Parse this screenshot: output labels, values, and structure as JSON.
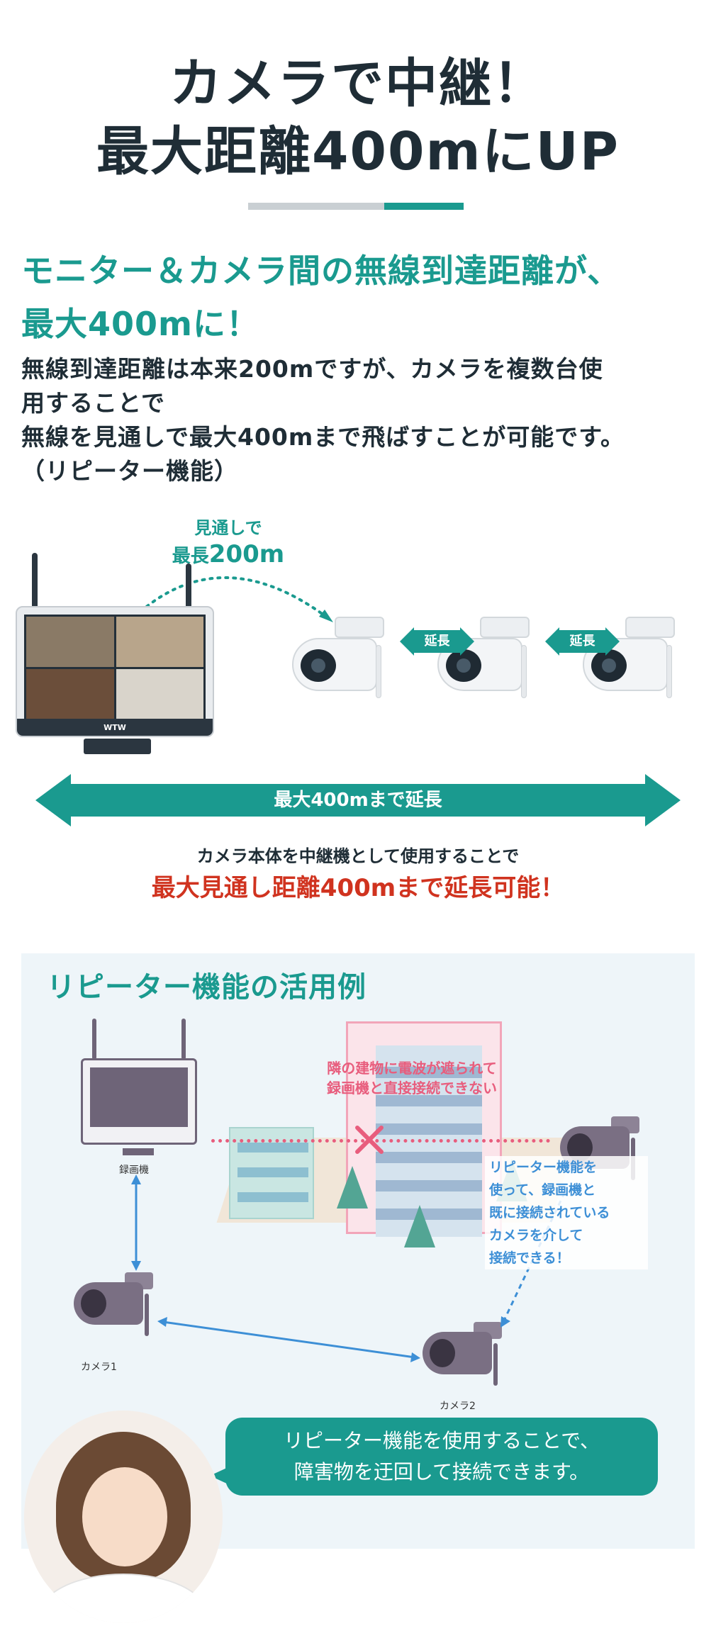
{
  "hero": {
    "line1": "カメラで中継！",
    "line2": "最大距離400mにUP"
  },
  "lead": {
    "headline_line1": "モニター＆カメラ間の無線到達距離が、",
    "headline_line2": "最大400mに！",
    "body_line1": "無線到達距離は本来200mですが、カメラを複数台使",
    "body_line2": "用することで",
    "body_line3": "無線を見通しで最大400mまで飛ばすことが可能です。",
    "body_line4": "（リピーター機能）"
  },
  "system": {
    "range_l1": "見通しで",
    "range_l2a": "最長",
    "range_l2b": "200m",
    "monitor_brand": "WTW",
    "extend_tag": "延長",
    "big_arrow": "最大400mまで延長",
    "caption1": "カメラ本体を中継機として使用することで",
    "caption2": "最大見通し距離400mまで延長可能！"
  },
  "usage": {
    "title": "リピーター機能の活用例",
    "recorder_label": "録画機",
    "cam1_label": "カメラ1",
    "cam2_label": "カメラ2",
    "blocked_l1": "隣の建物に電波が遮られて",
    "blocked_l2": "録画機と直接接続できない",
    "note_l1": "リピーター機能を",
    "note_l2": "使って、録画機と",
    "note_l3": "既に接続されている",
    "note_l4": "カメラを介して",
    "note_l5": "接続できる！",
    "bubble_l1": "リピーター機能を使用することで、",
    "bubble_l2": "障害物を迂回して接続できます。"
  },
  "colors": {
    "accent": "#1a9a8f",
    "alert": "#d0331f",
    "blocked": "#e85d7d",
    "link": "#3d8fd6"
  }
}
